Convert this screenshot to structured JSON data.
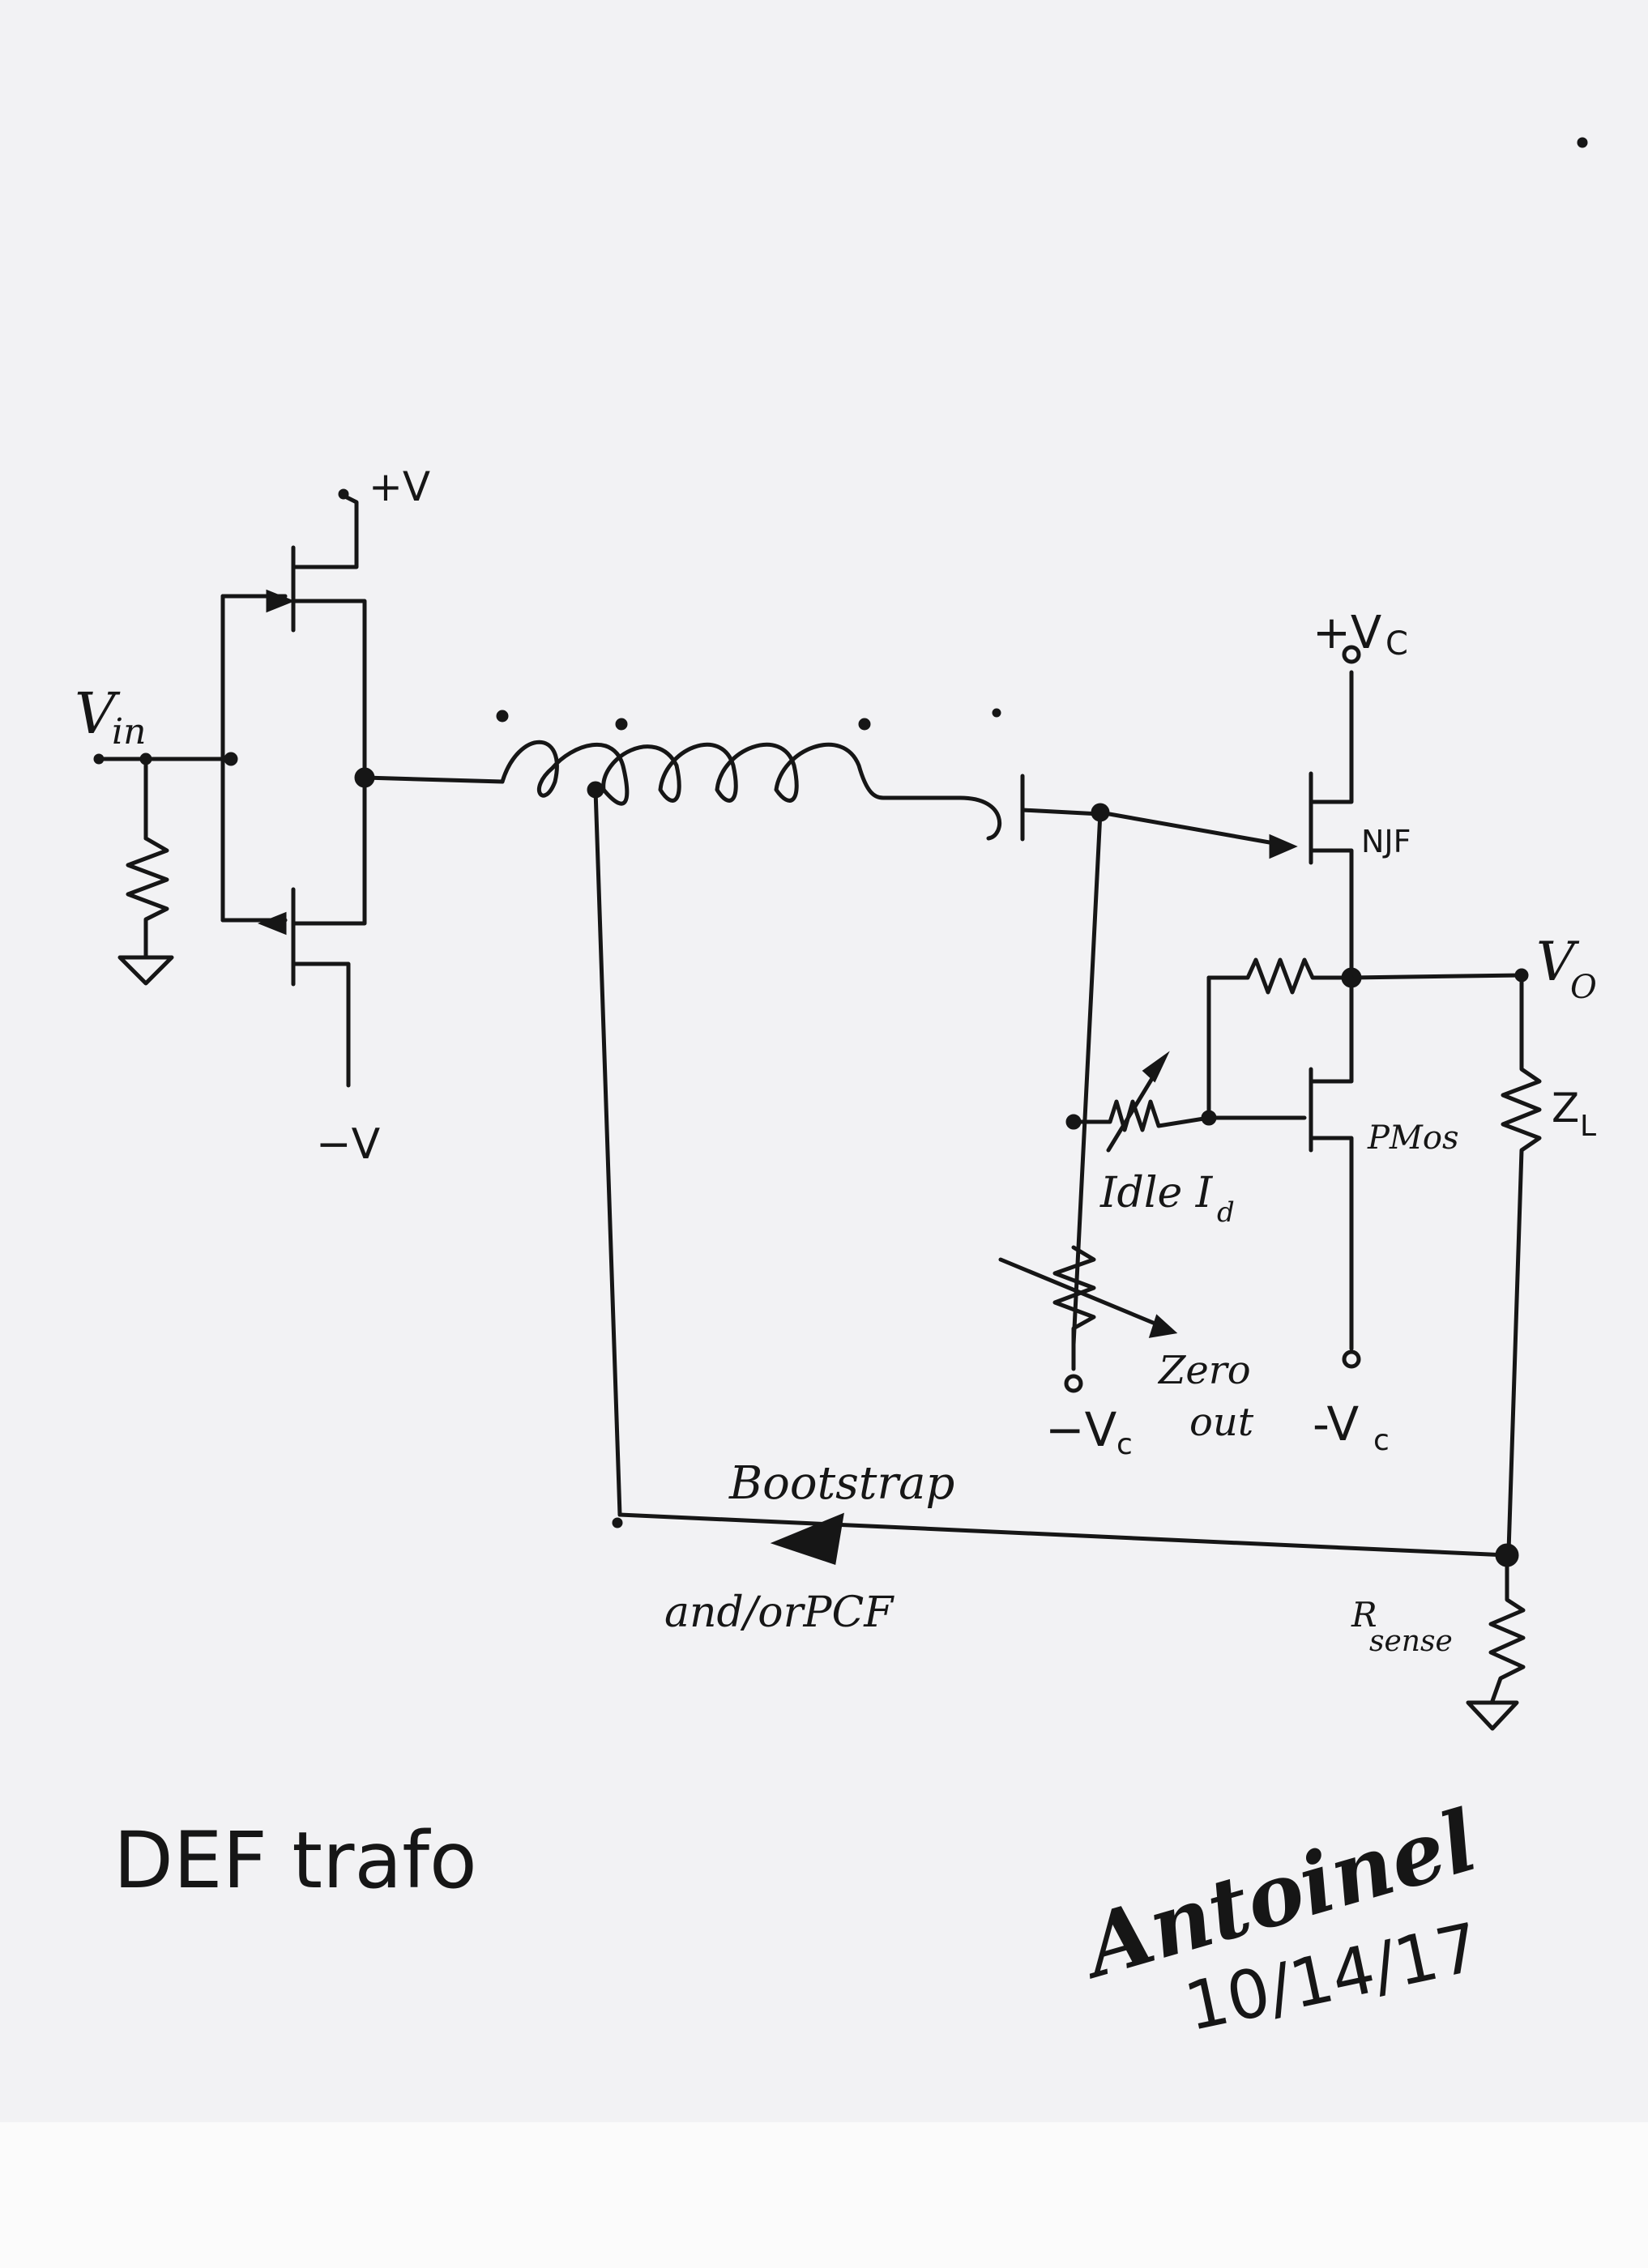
{
  "schematic": {
    "labels": {
      "v_in": "V",
      "v_in_sub": "in",
      "plus_v": "+V",
      "minus_v": "−V",
      "plus_vc": "+V",
      "plus_vc_sub": "C",
      "njf": "NJF",
      "pmos": "PMos",
      "v_out": "V",
      "v_out_sub": "O",
      "z_load": "Z",
      "z_load_sub": "L",
      "idle": "Idle I",
      "idle_sub": "d",
      "zero_out_1": "Zero",
      "zero_out_2": "out",
      "minus_vc_left": "−V",
      "minus_vc_left_sub": "c",
      "minus_vc_right": "-V",
      "minus_vc_right_sub": "c",
      "bootstrap": "Bootstrap",
      "and_or_pcf": "and/orPCF",
      "r_sense": "R",
      "r_sense_sub": "sense"
    }
  },
  "title": "DEF trafo",
  "signature": {
    "name": "Antoinel",
    "date": "10/14/17"
  }
}
